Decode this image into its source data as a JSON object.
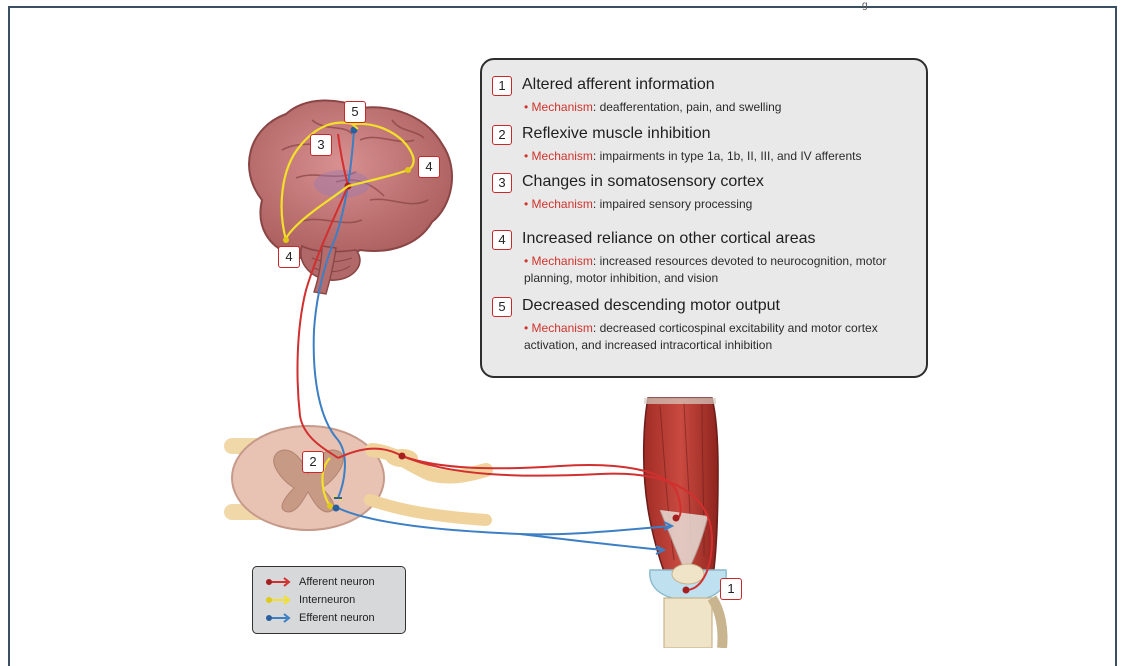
{
  "top_fragment": "g",
  "mechanisms": [
    {
      "num": "1",
      "title": "Altered afferent information",
      "label": "Mechanism",
      "text": ": deafferentation, pain, and swelling"
    },
    {
      "num": "2",
      "title": "Reflexive muscle inhibition",
      "label": "Mechanism",
      "text": ": impairments in type 1a, 1b, II, III, and IV afferents"
    },
    {
      "num": "3",
      "title": "Changes in somatosensory cortex",
      "label": "Mechanism",
      "text": ": impaired sensory processing"
    },
    {
      "num": "4",
      "title": "Increased reliance on other cortical areas",
      "label": "Mechanism",
      "text": ": increased resources devoted to neurocognition, motor planning, motor inhibition, and vision"
    },
    {
      "num": "5",
      "title": "Decreased descending motor output",
      "label": "Mechanism",
      "text": ": decreased corticospinal excitability and motor cortex activation, and increased intracortical inhibition"
    }
  ],
  "diagram_labels": {
    "brain_5": "5",
    "brain_3": "3",
    "brain_4_right": "4",
    "brain_4_left": "4",
    "spinal_2": "2",
    "knee_1": "1"
  },
  "legend": [
    {
      "label": "Afferent neuron",
      "color": "#d22f2f"
    },
    {
      "label": "Interneuron",
      "color": "#f2e02a"
    },
    {
      "label": "Efferent neuron",
      "color": "#3d7fc4"
    }
  ],
  "colors": {
    "afferent": "#d22f2f",
    "interneuron": "#f2e02a",
    "efferent": "#3d7fc4",
    "label_border": "#c6282b",
    "box_bg": "#e9e9e9"
  }
}
